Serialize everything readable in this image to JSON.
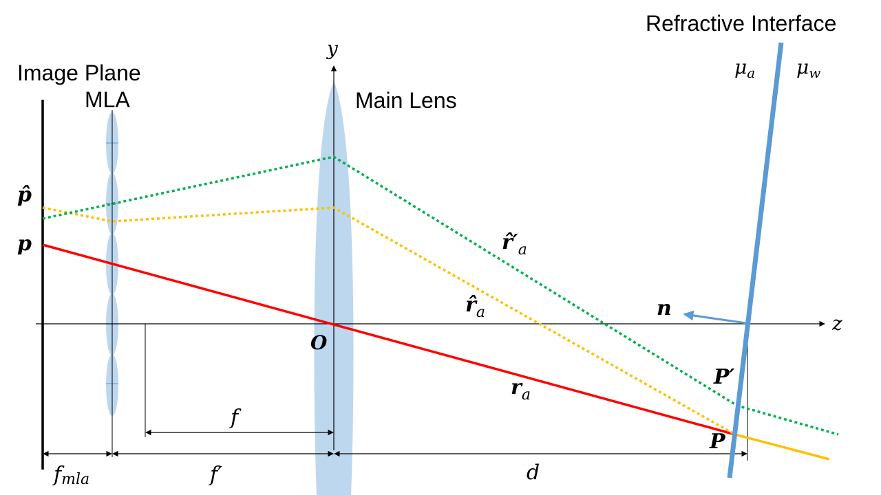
{
  "labels": {
    "image_plane": "Image Plane",
    "mla": "MLA",
    "main_lens": "Main Lens",
    "refractive_interface": "Refractive Interface"
  },
  "math": {
    "y_axis": "y",
    "z_axis": "z",
    "origin": "O",
    "p_hat": "p̂",
    "p": "p",
    "r_hat_prime_a": {
      "base": "r̂′",
      "sub": "a"
    },
    "r_hat_a": {
      "base": "r̂",
      "sub": "a"
    },
    "r_a": {
      "base": "r",
      "sub": "a"
    },
    "n": "n",
    "P_prime": "P′",
    "P": "P",
    "mu_a": {
      "base": "μ",
      "sub": "a"
    },
    "mu_w": {
      "base": "μ",
      "sub": "w"
    },
    "f": "f",
    "f_prime": "f′",
    "f_mla": {
      "base": "f",
      "sub": "mla"
    },
    "d": "d"
  },
  "colors": {
    "ray_red": "#ff0000",
    "ray_green": "#00b050",
    "ray_yellow": "#ffc000",
    "lens_fill": "#bdd7ee",
    "interface": "#5b9bd5",
    "axis": "#000000"
  }
}
